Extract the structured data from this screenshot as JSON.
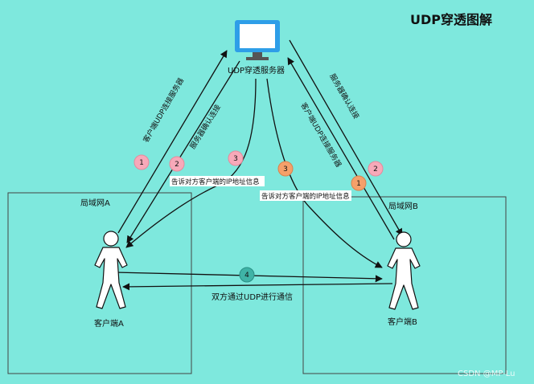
{
  "title": "UDP穿透图解",
  "server": {
    "label": "UDP穿透服务器"
  },
  "lan_a": {
    "label": "局域网A"
  },
  "lan_b": {
    "label": "局域网B"
  },
  "client_a": {
    "label": "客户端A"
  },
  "client_b": {
    "label": "客户端B"
  },
  "edges": {
    "a_connect": "客户端UDP连接服务器",
    "a_confirm": "服务器确认连接",
    "a_inform": "告诉对方客户端的IP地址信息",
    "b_confirm": "服务器确认连接",
    "b_connect": "客户端UDP连接服务器",
    "b_inform": "告诉对方客户端的IP地址信息",
    "p2p": "双方通过UDP进行通信"
  },
  "steps": {
    "a1": "1",
    "a2": "2",
    "a3": "3",
    "b3": "3",
    "b1": "1",
    "b2": "2",
    "p4": "4"
  },
  "watermark": "CSDN @MP-Lu",
  "colors": {
    "background": "#7ee8dd",
    "step1": "#f7a9b9",
    "step2": "#f7a9b9",
    "step3": "#f5a06a",
    "step4": "#3fb3a6",
    "monitor_frame": "#2e9ee8",
    "monitor_screen": "#ffffff"
  }
}
